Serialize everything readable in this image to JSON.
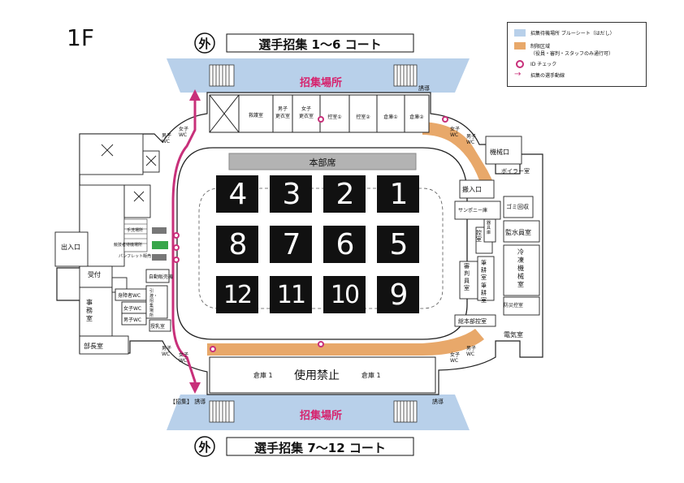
{
  "floor": "1F",
  "top_banner": {
    "circle": "外",
    "text": "選手招集 1〜6 コート"
  },
  "bottom_banner": {
    "circle": "外",
    "text": "選手招集 7〜12 コート"
  },
  "legend": {
    "items": [
      {
        "color": "#b8d0ea",
        "label": "招集待機場所 ブルーシート（はだし）"
      },
      {
        "color": "#e8a86a",
        "label": "制限区域",
        "sub": "（役員・審判・スタッフのみ通行可）"
      },
      {
        "icon": "id-check-icon",
        "label": "ID チェック"
      },
      {
        "icon": "arrow-icon",
        "label": "招集の選手動線"
      }
    ]
  },
  "areas": {
    "top_gather": "招集場所",
    "bottom_gather": "招集場所",
    "unused": "使用禁止",
    "hq_seat": "本部席"
  },
  "courts": [
    {
      "num": "4"
    },
    {
      "num": "3"
    },
    {
      "num": "2"
    },
    {
      "num": "1"
    },
    {
      "num": "8"
    },
    {
      "num": "7"
    },
    {
      "num": "6"
    },
    {
      "num": "5"
    },
    {
      "num": "12"
    },
    {
      "num": "11"
    },
    {
      "num": "10"
    },
    {
      "num": "9"
    }
  ],
  "top_rooms": [
    "救護室",
    "男子\n更衣室",
    "女子\n更衣室",
    "控室①",
    "控室②",
    "倉庫①",
    "倉庫②"
  ],
  "right_rooms": {
    "machine": "機械口",
    "boiler": "ボイラー室",
    "entry": "搬入口",
    "trash": "ゴミ回収",
    "sampony": "サンポニー庫",
    "monitor": "監水員室",
    "ctrl1": "控室",
    "ctrl2": "審判員室",
    "ctrl3": "筆耕室",
    "ctrl4": "筆耕室",
    "ctrl5": "器具庫",
    "cooling": "冷凍機械室",
    "fire": "防災控室",
    "hq_wait": "総本部控室",
    "elec": "電気室"
  },
  "left_rooms": {
    "entrance": "出入口",
    "reception": "受付",
    "office": "事務室",
    "director": "部長室",
    "disabled_wc": "身障者WC",
    "female_wc": "女子WC",
    "male_wc": "男子WC",
    "nursing": "授乳室",
    "storage": "引渡・招集場所",
    "vending": "自動販売機",
    "hand_wash": "手洗場所",
    "gather_change": "競技者待機場所",
    "pamphlet": "パンフレット販売"
  },
  "wc": {
    "male": "男子\nWC",
    "female": "女子\nWC"
  },
  "bottom_storage": {
    "left": "倉庫 1",
    "right": "倉庫 1"
  },
  "guide_text": "誘導",
  "bottom_left_note": "【招集】 誘導"
}
